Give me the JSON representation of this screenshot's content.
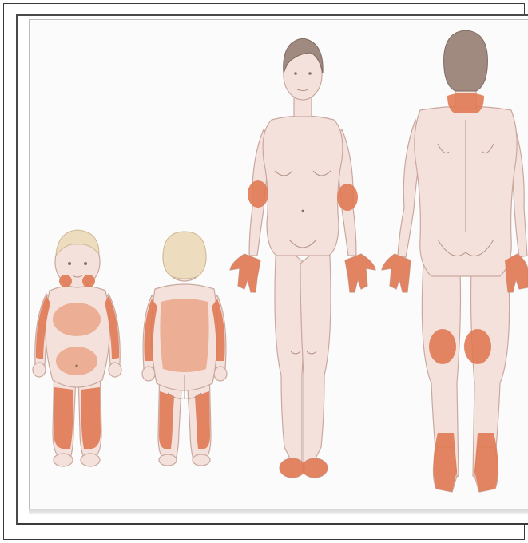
{
  "figures": [
    {
      "id": "infant-front",
      "view": "front",
      "subject": "infant"
    },
    {
      "id": "infant-back",
      "view": "back",
      "subject": "infant"
    },
    {
      "id": "adult-front",
      "view": "front",
      "subject": "adult"
    },
    {
      "id": "adult-back",
      "view": "back",
      "subject": "adult"
    }
  ],
  "colors": {
    "skin": "#f4e1dc",
    "rash": "#e07a54",
    "rash_soft": "#eaa68a",
    "hair_blond": "#eedcbf",
    "hair_brown": "#a08a80"
  }
}
